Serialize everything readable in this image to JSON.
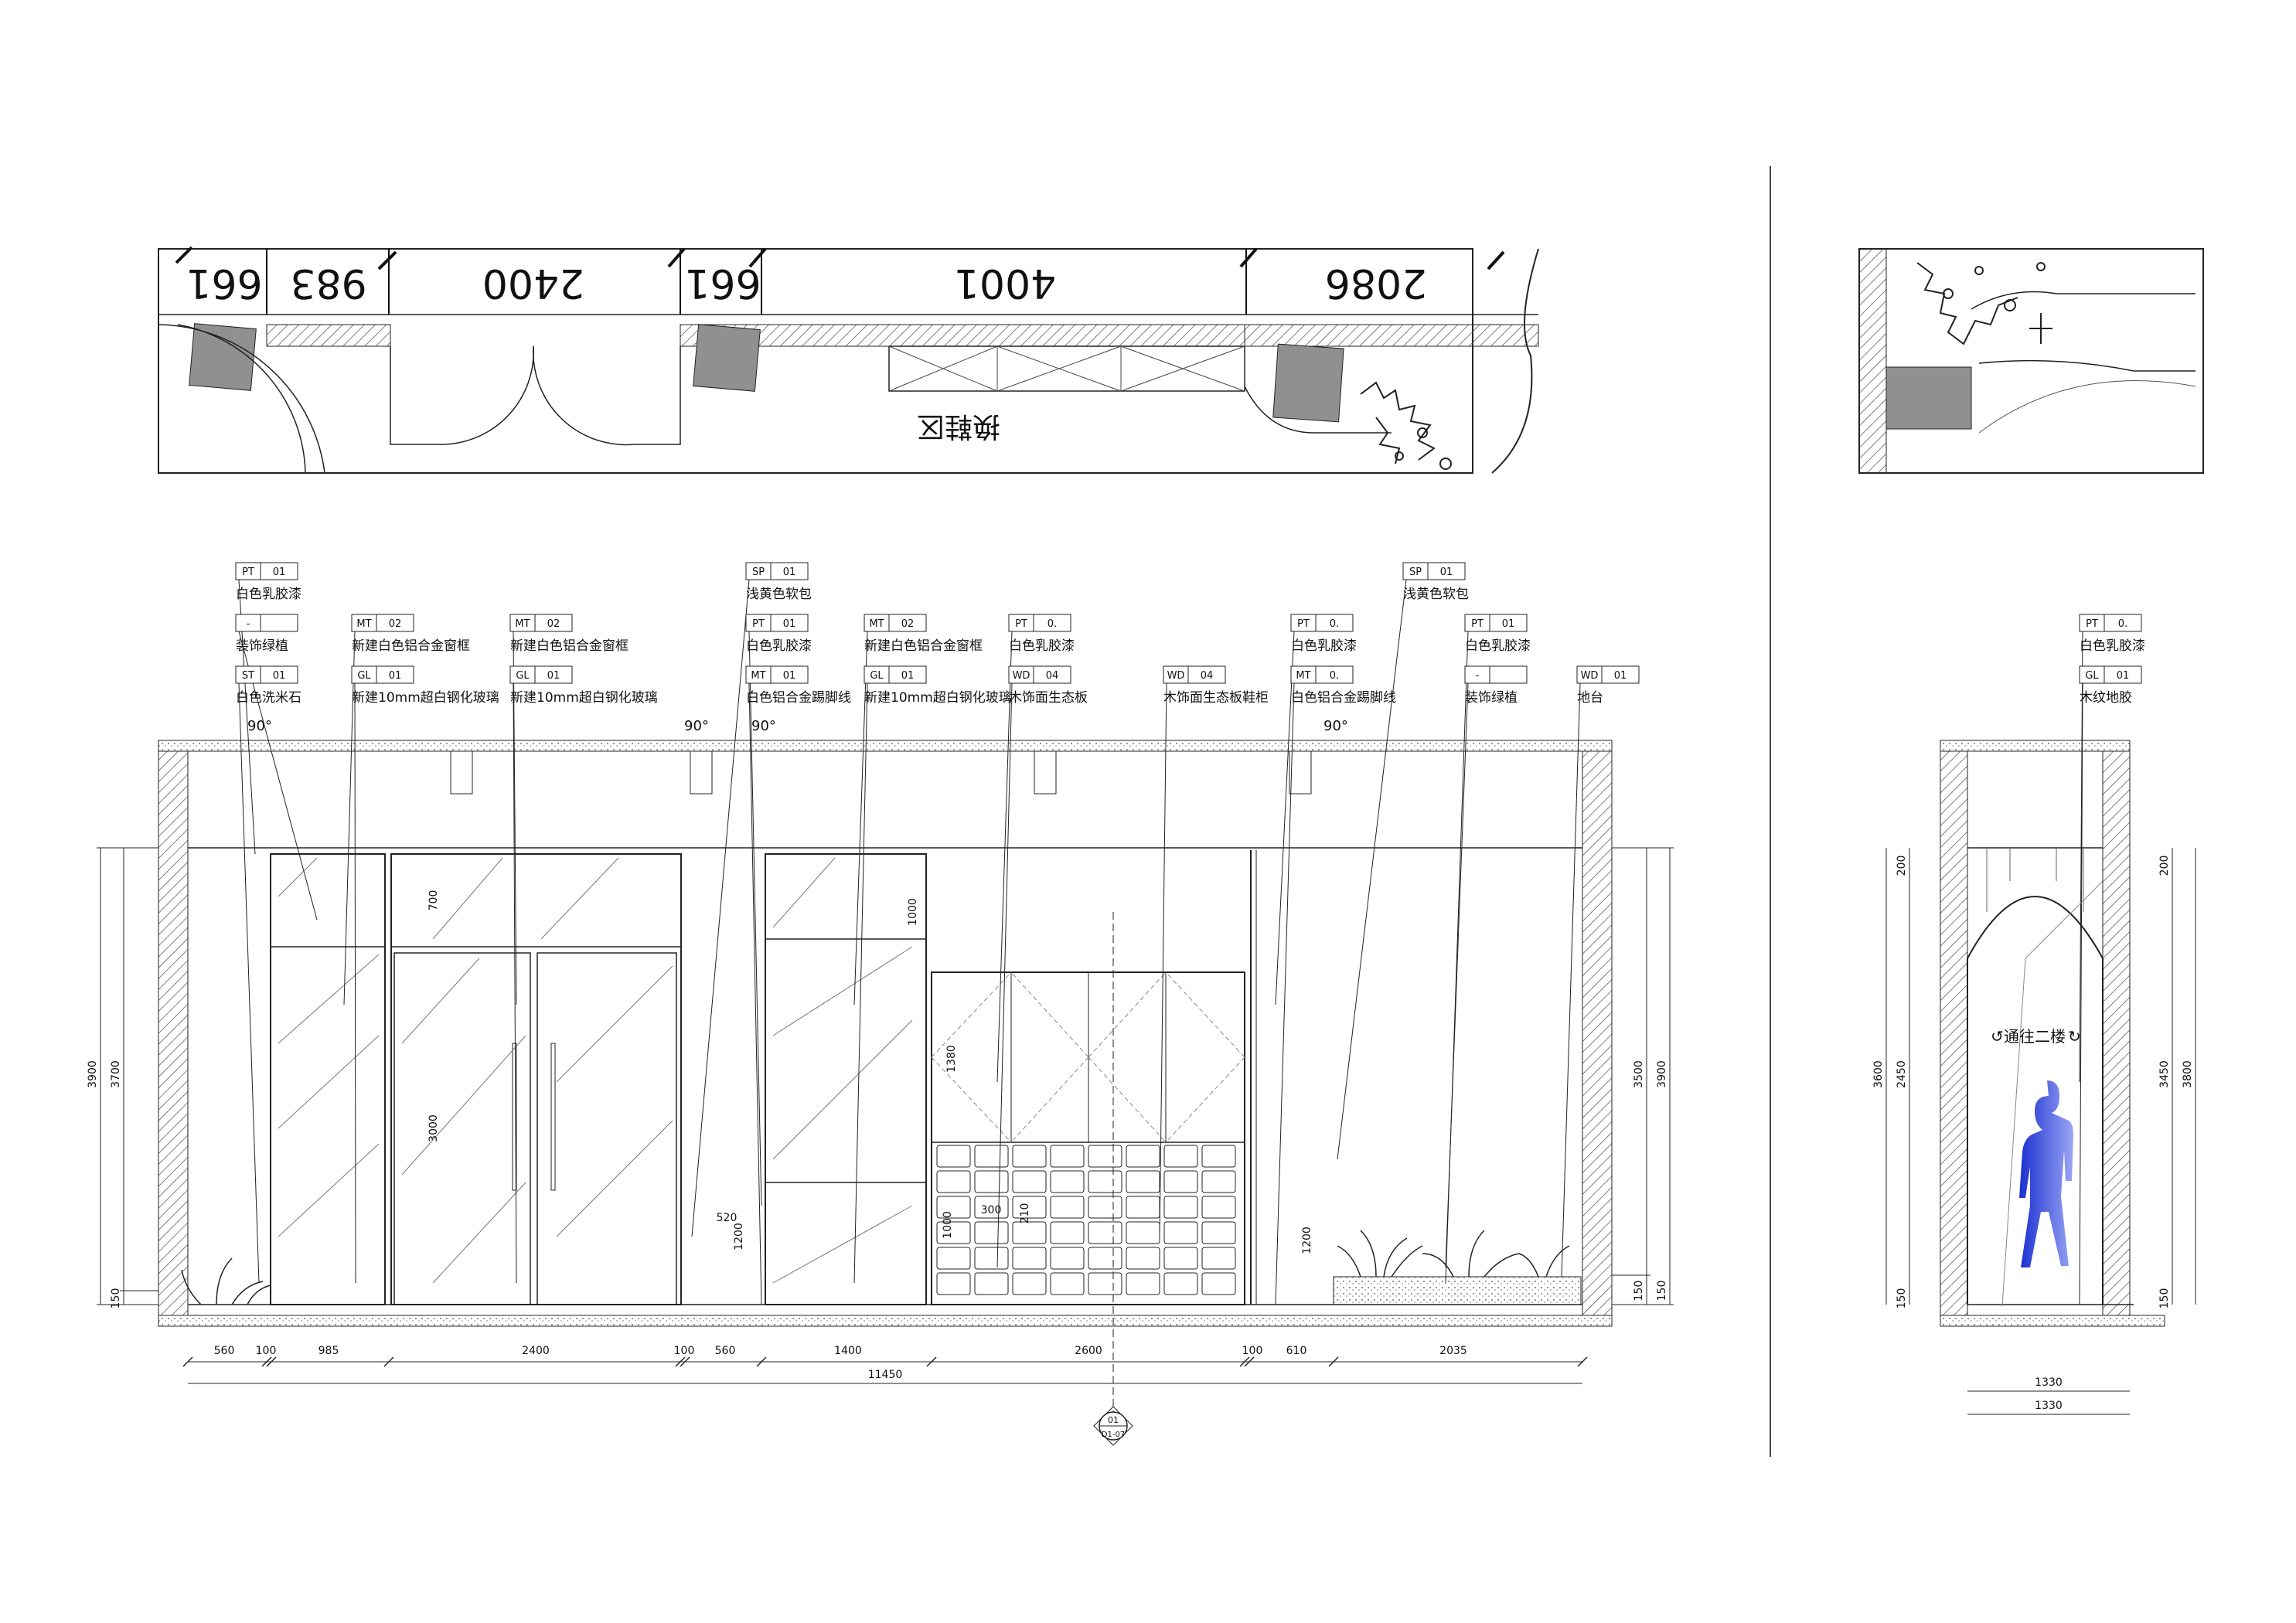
{
  "plan_dimensions": [
    "661",
    "983",
    "2400",
    "661",
    "4001",
    "2086"
  ],
  "plan_area_label": "换鞋区",
  "material_tags": [
    {
      "code": "PT",
      "no": "01",
      "desc": "白色乳胶漆"
    },
    {
      "code": "-",
      "no": "",
      "desc": "装饰绿植"
    },
    {
      "code": "ST",
      "no": "01",
      "desc": "白色洗米石"
    },
    {
      "code": "MT",
      "no": "02",
      "desc": "新建白色铝合金窗框"
    },
    {
      "code": "GL",
      "no": "01",
      "desc": "新建10mm超白钢化玻璃"
    },
    {
      "code": "MT",
      "no": "02",
      "desc": "新建白色铝合金窗框"
    },
    {
      "code": "GL",
      "no": "01",
      "desc": "新建10mm超白钢化玻璃"
    },
    {
      "code": "SP",
      "no": "01",
      "desc": "浅黄色软包"
    },
    {
      "code": "PT",
      "no": "01",
      "desc": "白色乳胶漆"
    },
    {
      "code": "MT",
      "no": "01",
      "desc": "白色铝合金踢脚线"
    },
    {
      "code": "MT",
      "no": "02",
      "desc": "新建白色铝合金窗框"
    },
    {
      "code": "GL",
      "no": "01",
      "desc": "新建10mm超白钢化玻璃"
    },
    {
      "code": "PT",
      "no": "0.",
      "desc": "白色乳胶漆"
    },
    {
      "code": "WD",
      "no": "04",
      "desc": "木饰面生态板"
    },
    {
      "code": "WD",
      "no": "04",
      "desc": "木饰面生态板鞋柜"
    },
    {
      "code": "PT",
      "no": "0.",
      "desc": "白色乳胶漆"
    },
    {
      "code": "MT",
      "no": "0.",
      "desc": "白色铝合金踢脚线"
    },
    {
      "code": "SP",
      "no": "01",
      "desc": "浅黄色软包"
    },
    {
      "code": "PT",
      "no": "01",
      "desc": "白色乳胶漆"
    },
    {
      "code": "-",
      "no": "",
      "desc": "装饰绿植"
    },
    {
      "code": "WD",
      "no": "01",
      "desc": "地台"
    },
    {
      "code": "PT",
      "no": "0.",
      "desc": "白色乳胶漆"
    },
    {
      "code": "GL",
      "no": "01",
      "desc": "木纹地胶"
    }
  ],
  "angle_labels": [
    "90°",
    "90°",
    "90°",
    "90°"
  ],
  "bottom_dimensions": [
    "560",
    "100",
    "985",
    "2400",
    "100",
    "560",
    "1400",
    "2600",
    "100",
    "610",
    "2035"
  ],
  "overall_dimension": "11450",
  "left_heights": [
    "3900",
    "3700",
    "150"
  ],
  "right_heights": [
    "3500",
    "3900",
    "150",
    "150"
  ],
  "inner_dimensions": [
    "700",
    "3000",
    "520",
    "1200",
    "1000",
    "1380",
    "300",
    "210",
    "1000",
    "1200"
  ],
  "section_marker": {
    "number": "01",
    "sheet": "D1-07"
  },
  "side_label": "通往二楼",
  "side_dimensions": {
    "bottom": [
      "1330",
      "1330"
    ],
    "left": [
      "3600",
      "2450",
      "200",
      "150"
    ],
    "right": [
      "3450",
      "3800",
      "200",
      "150"
    ]
  },
  "colors": {
    "line": "#222222",
    "wall_hatch": "#555555",
    "column": "#909090",
    "figure": "#2a3fd6"
  }
}
